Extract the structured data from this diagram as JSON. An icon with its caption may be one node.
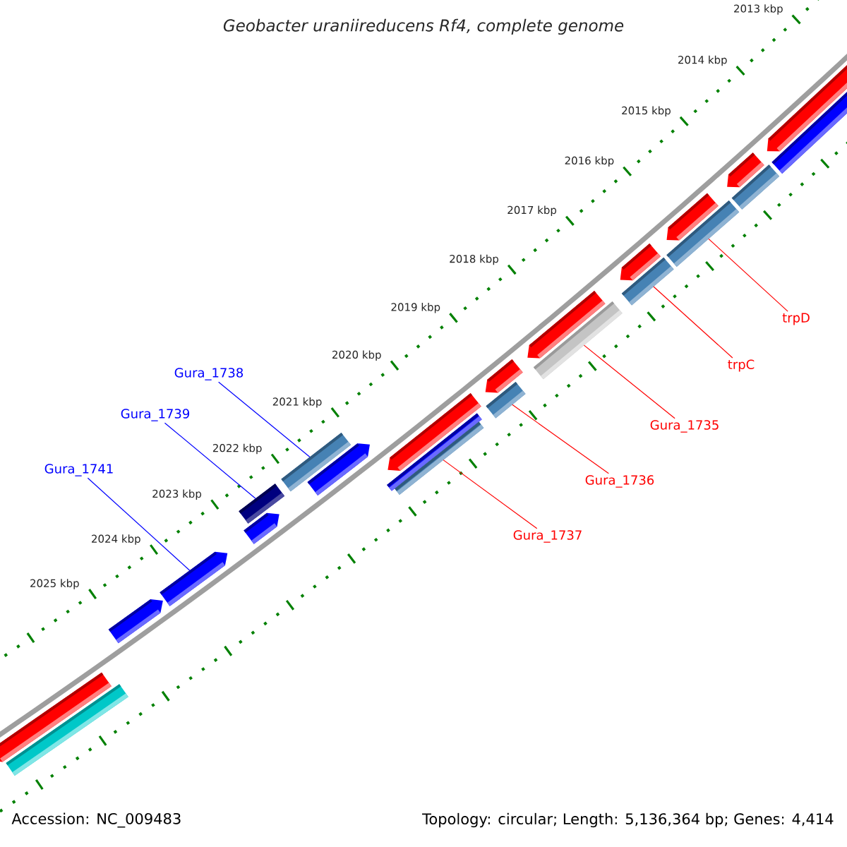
{
  "diagram": {
    "title": "Geobacter uraniireducens Rf4, complete genome",
    "nodes": [
      {
        "text": [
          "Gura_1741"
        ]
      },
      {
        "text": [],
        "shape": "bar"
      },
      {
        "text": [
          "Gura_1739"
        ]
      },
      {
        "text": [],
        "shape": "bar"
      },
      {
        "text": [
          "Gura_1738"
        ]
      },
      {
        "text": [],
        "shape": "bar"
      },
      {
        "text": [
          "Gura_1737"
        ]
      },
      {
        "text": [],
        "shape": "bar"
      },
      {
        "text": [
          "Gura_1736"
        ]
      },
      {
        "text": [],
        "shape": "bar"
      },
      {
        "text": [
          "Gura_1735"
        ]
      },
      {
        "text": [],
        "shape": "bar"
      },
      {
        "text": [
          "trpC"
        ]
      },
      {
        "text": [],
        "shape": "bar"
      },
      {
        "text": [
          "trpD"
        ]
      },
      {
        "text": [],
        "shape": "bar"
      },
      {
        "text": [],
        "shape": "bar"
      },
      {
        "text": [],
        "shape": "bar"
      },
      {
        "text": [],
        "shape": "bar"
      },
      {
        "text": [],
        "shape": "bar"
      },
      {
        "text": [],
        "shape": "bar"
      },
      {
        "text": [],
        "shape": "bar"
      },
      {
        "text": [],
        "shape": "bar"
      },
      {
        "text": [],
        "shape": "bar"
      },
      {
        "text": [],
        "shape": "bar"
      },
      {
        "text": [],
        "shape": "bar"
      },
      {
        "text": [],
        "shape": "bar"
      },
      {
        "text": [],
        "shape": "bar"
      },
      {
        "text": [],
        "shape": "bar"
      },
      {
        "text": [],
        "shape": "bar"
      }
    ],
    "edges": [
      {
        "from": 0,
        "to": 1,
        "arrow": "none",
        "color": "#0000ff"
      },
      {
        "from": 2,
        "to": 3,
        "arrow": "none",
        "color": "#0000ff"
      },
      {
        "from": 4,
        "to": 5,
        "arrow": "none",
        "color": "#0000ff"
      },
      {
        "from": 6,
        "to": 7,
        "arrow": "none"
      },
      {
        "from": 8,
        "to": 9,
        "arrow": "none"
      },
      {
        "from": 10,
        "to": 11,
        "arrow": "none"
      },
      {
        "from": 12,
        "to": 13,
        "arrow": "none"
      },
      {
        "from": 14,
        "to": 15,
        "arrow": "none"
      }
    ],
    "labels": [
      "2013 kbp",
      "2014 kbp",
      "2015 kbp",
      "2016 kbp",
      "2017 kbp",
      "2018 kbp",
      "2019 kbp",
      "2020 kbp",
      "2021 kbp",
      "2022 kbp",
      "2023 kbp",
      "2024 kbp",
      "2025 kbp",
      "Accession: NC_009483",
      "Topology: circular; Length: 5,136,364 bp; Genes: 4,414"
    ]
  }
}
